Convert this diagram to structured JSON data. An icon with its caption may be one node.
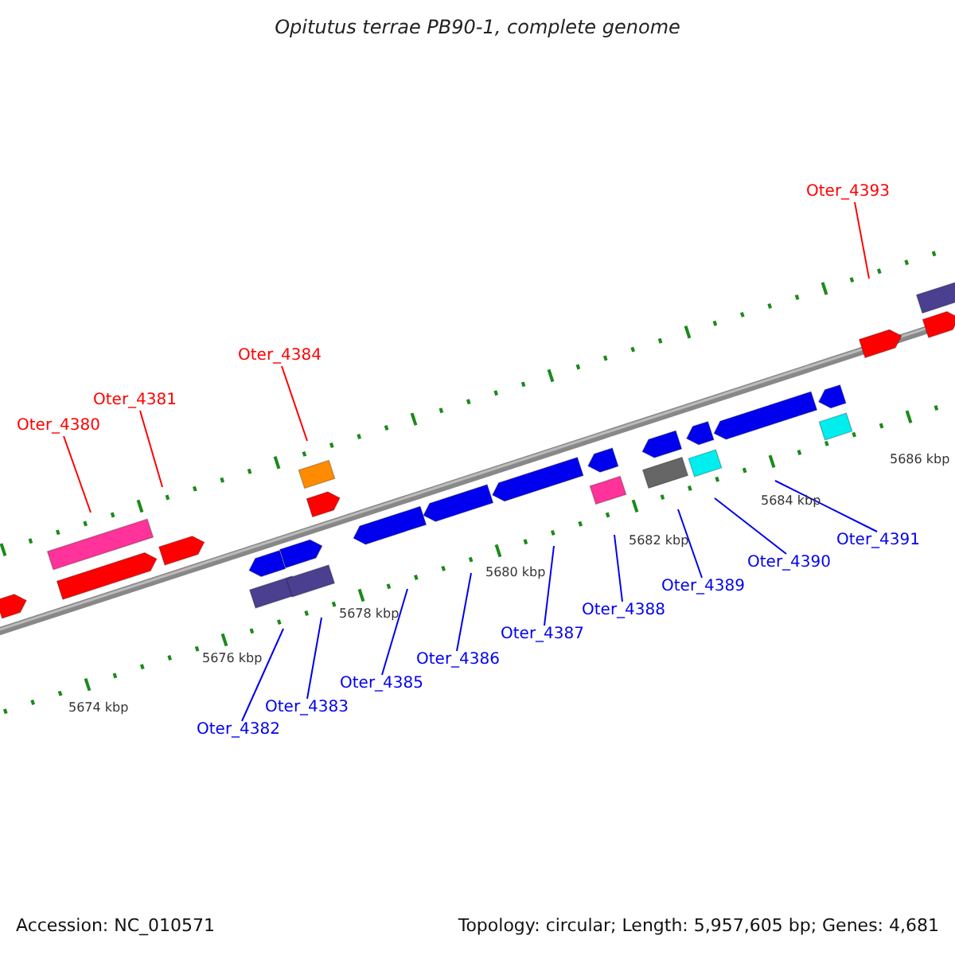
{
  "diagram": {
    "title": "Opitutus terrae PB90-1, complete genome",
    "nodes": [
      {
        "text": [
          "Oter_4380"
        ]
      },
      {
        "text": [
          "Oter_4381"
        ]
      },
      {
        "text": [
          "Oter_4384"
        ]
      },
      {
        "text": [
          "Oter_4393"
        ]
      },
      {
        "text": [
          "Oter_4382"
        ]
      },
      {
        "text": [
          "Oter_4383"
        ]
      },
      {
        "text": [
          "Oter_4385"
        ]
      },
      {
        "text": [
          "Oter_4386"
        ]
      },
      {
        "text": [
          "Oter_4387"
        ]
      },
      {
        "text": [
          "Oter_4388"
        ]
      },
      {
        "text": [
          "Oter_4389"
        ]
      },
      {
        "text": [
          "Oter_4390"
        ]
      },
      {
        "text": [
          "Oter_4391"
        ]
      }
    ],
    "edges": [
      {
        "from": 0,
        "to": null,
        "arrow": "none",
        "color": "#ff0000"
      },
      {
        "from": 1,
        "to": null,
        "arrow": "none",
        "color": "#ff0000"
      },
      {
        "from": 2,
        "to": null,
        "arrow": "none",
        "color": "#ff0000"
      },
      {
        "from": 3,
        "to": null,
        "arrow": "none",
        "color": "#ff0000"
      },
      {
        "from": 4,
        "to": null,
        "arrow": "none"
      },
      {
        "from": 5,
        "to": null,
        "arrow": "none"
      },
      {
        "from": 6,
        "to": null,
        "arrow": "none"
      },
      {
        "from": 7,
        "to": null,
        "arrow": "none"
      },
      {
        "from": 8,
        "to": null,
        "arrow": "none"
      },
      {
        "from": 9,
        "to": null,
        "arrow": "none"
      },
      {
        "from": 10,
        "to": null,
        "arrow": "none"
      },
      {
        "from": 11,
        "to": null,
        "arrow": "none"
      },
      {
        "from": 12,
        "to": null,
        "arrow": "none"
      }
    ],
    "labels": [
      "5674 kbp",
      "5676 kbp",
      "5678 kbp",
      "5680 kbp",
      "5682 kbp",
      "5684 kbp",
      "5686 kbp",
      "Accession: NC_010571",
      "Topology: circular; Length: 5,957,605 bp; Genes: 4,681"
    ]
  }
}
